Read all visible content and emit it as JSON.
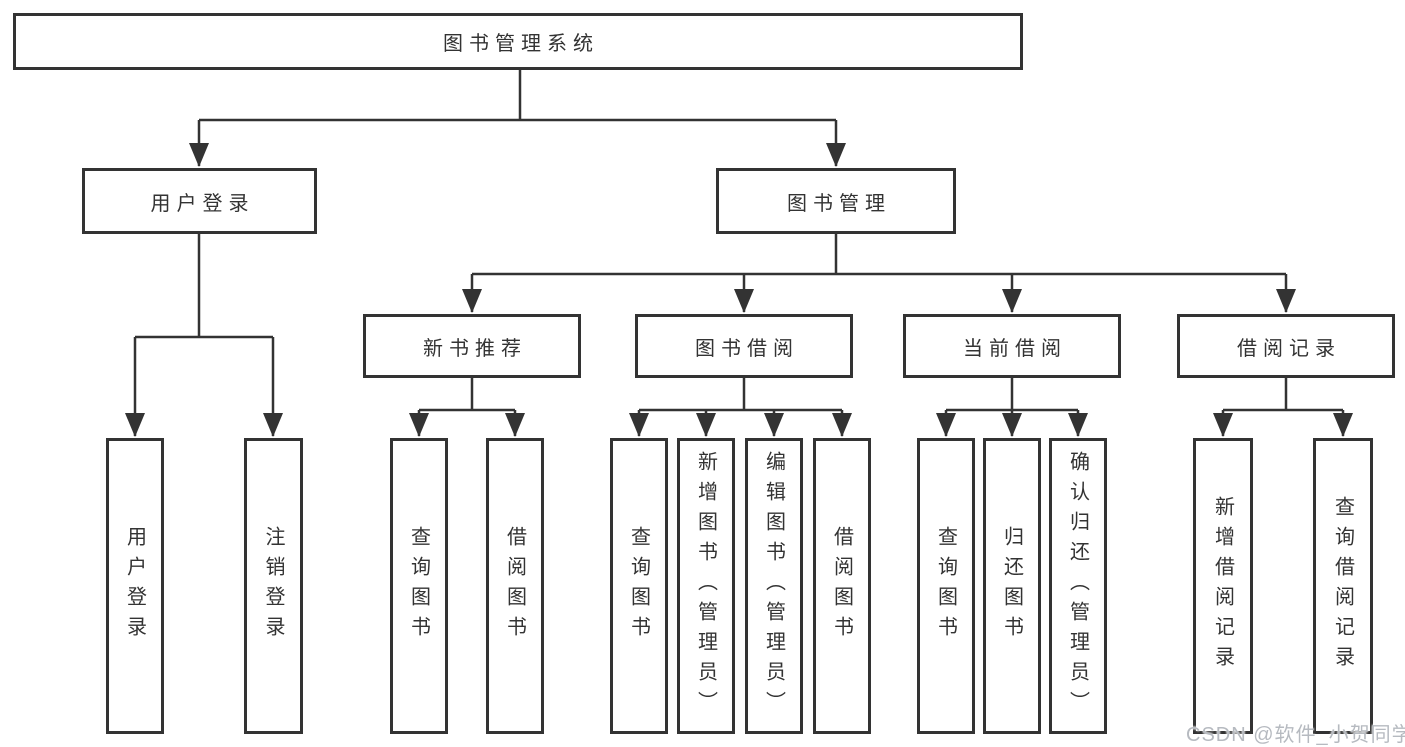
{
  "tree": {
    "label": "图书管理系统",
    "children": [
      {
        "label": "用户登录",
        "children": [
          {
            "label": "用户登录"
          },
          {
            "label": "注销登录"
          }
        ]
      },
      {
        "label": "图书管理",
        "children": [
          {
            "label": "新书推荐",
            "children": [
              {
                "label": "查询图书"
              },
              {
                "label": "借阅图书"
              }
            ]
          },
          {
            "label": "图书借阅",
            "children": [
              {
                "label": "查询图书"
              },
              {
                "label": "新增图书（管理员）"
              },
              {
                "label": "编辑图书（管理员）"
              },
              {
                "label": "借阅图书"
              }
            ]
          },
          {
            "label": "当前借阅",
            "children": [
              {
                "label": "查询图书"
              },
              {
                "label": "归还图书"
              },
              {
                "label": "确认归还（管理员）"
              }
            ]
          },
          {
            "label": "借阅记录",
            "children": [
              {
                "label": "新增借阅记录"
              },
              {
                "label": "查询借阅记录"
              }
            ]
          }
        ]
      }
    ]
  },
  "watermark": {
    "text": "CSDN @软件_小贺同学"
  },
  "colors": {
    "line": "#333333",
    "box_border": "#333333",
    "box_fill": "#ffffff",
    "text": "#333333",
    "watermark": "#b6bac0",
    "background": "#ffffff"
  }
}
